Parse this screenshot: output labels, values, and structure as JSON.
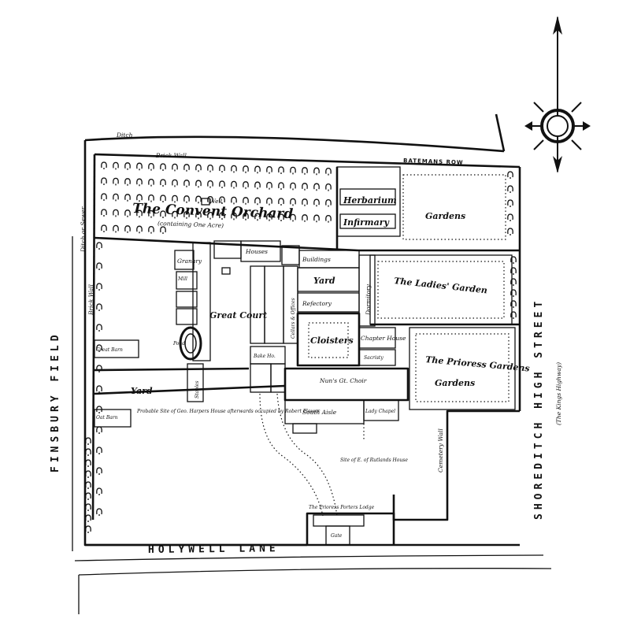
{
  "map": {
    "roads": {
      "north": "BATEMANS ROW",
      "east": "SHOREDITCH HIGH STREET",
      "east_sub": "(The Kings Highway)",
      "south": "HOLYWELL LANE",
      "west": "FINSBURY FIELD"
    },
    "labels": {
      "orchard": "The Convent Orchard",
      "orchard_sub": "(containing One Acre)",
      "brick_wall_n": "Brick Wall",
      "ditch": "Ditch",
      "ditch_sewer": "Ditch or Sewer",
      "brick_wall_w": "Brick Wall",
      "well": "Well",
      "herbarium": "Herbarium",
      "infirmary": "Infirmary",
      "gardens_ne": "Gardens",
      "ladies": "The Ladies' Garden",
      "prioress_gardens": "The Prioress Gardens",
      "granary": "Granary",
      "houses": "Houses",
      "buildings": "Buildings",
      "mill": "Mill",
      "great_court": "Great Court",
      "yard": "Yard",
      "refectory": "Refectory",
      "dormitory": "Dormitory",
      "cloisters": "Cloisters",
      "chapter_house": "Chapter House",
      "sacristy": "Sacristy",
      "nuns_choir": "Nun's Gt. Choir",
      "south_aisle": "South Aisle",
      "lady_chapel": "Lady Chapel",
      "great_barn": "Great Barn",
      "barn_yard": "Yard",
      "stables": "Stables",
      "oat_barn": "Oat Barn",
      "site_harpers": "Probable Site of Geo. Harpers House afterwards occupied by Robert Flower",
      "site_rutland": "Site of E. of Rutlands House",
      "cemetery_wall": "Cemetery Wall",
      "prioress_lodge": "The Prioress Porters Lodge",
      "gate": "Gate",
      "pond": "Pond",
      "gardens_w": "Gardens",
      "cellars": "Cellars & Offices",
      "bakehouse": "Bake Ho."
    }
  }
}
